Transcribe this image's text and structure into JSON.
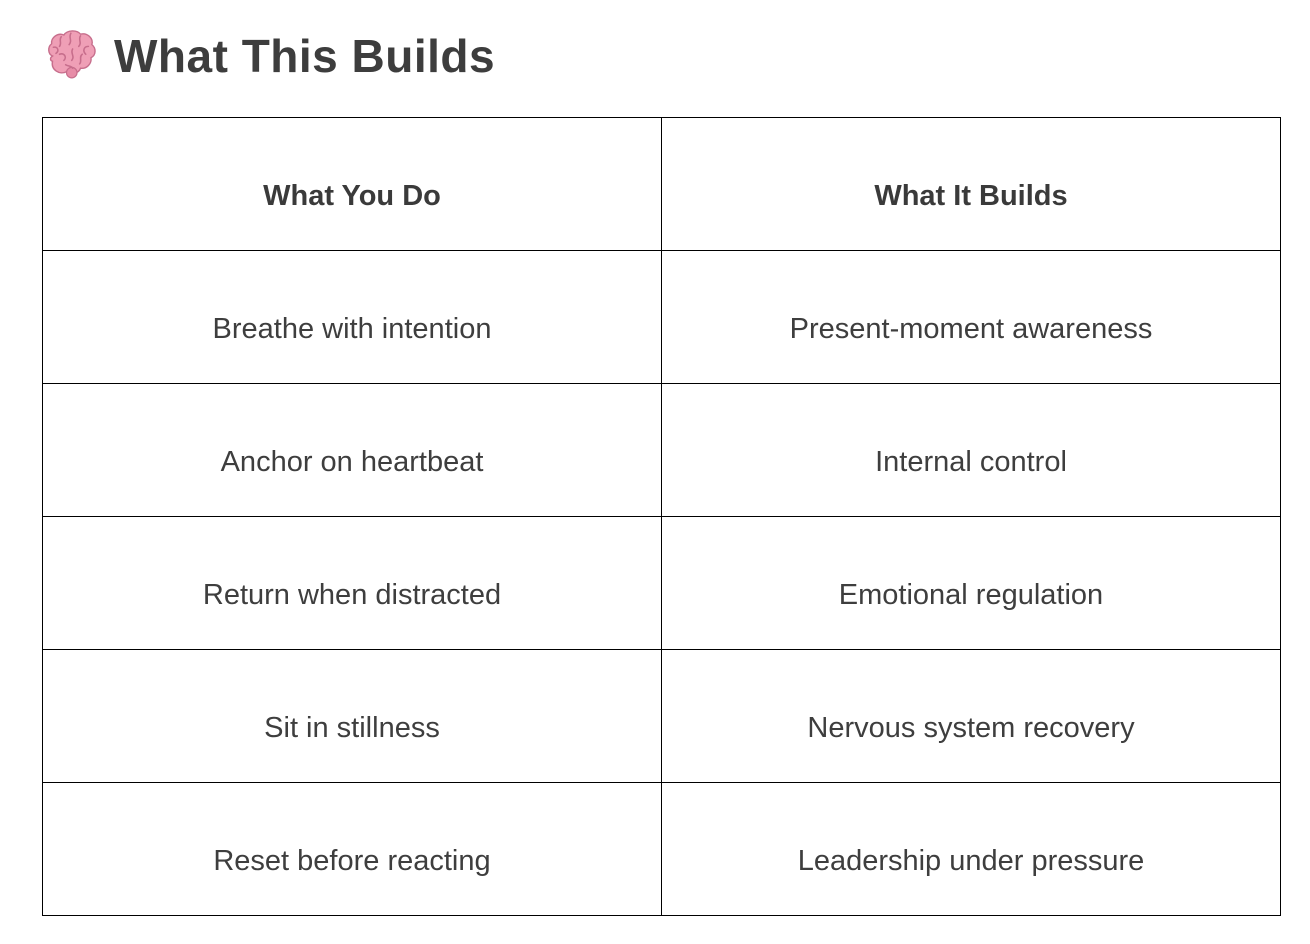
{
  "heading": {
    "icon": "brain-icon",
    "title": "What This Builds"
  },
  "table": {
    "columns": [
      "What You Do",
      "What It Builds"
    ],
    "rows": [
      [
        "Breathe with intention",
        "Present-moment awareness"
      ],
      [
        "Anchor on heartbeat",
        "Internal control"
      ],
      [
        "Return when distracted",
        "Emotional regulation"
      ],
      [
        "Sit in stillness",
        "Nervous system recovery"
      ],
      [
        "Reset before reacting",
        "Leadership under pressure"
      ]
    ]
  },
  "colors": {
    "text": "#3e3e3e",
    "heading_text": "#3d3d3d",
    "table_border": "#000000",
    "brain_pink": "#ef9fb6",
    "brain_pink_dark": "#c76e8c"
  }
}
